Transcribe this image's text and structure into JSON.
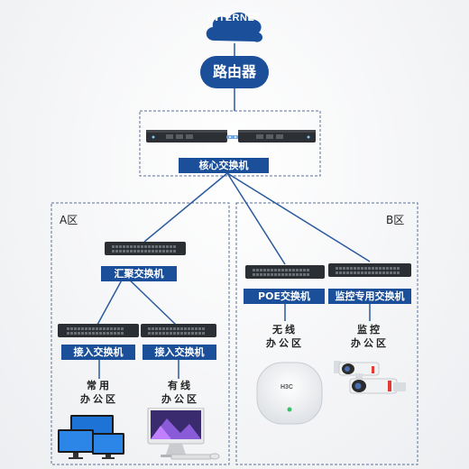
{
  "internet": {
    "label": "INTERNET"
  },
  "router": {
    "label": "路由器"
  },
  "core": {
    "label": "核心交换机"
  },
  "zone_a": {
    "title": "A区",
    "aggregation_label": "汇聚交换机",
    "access_left_label": "接入交换机",
    "access_right_label": "接入交换机",
    "office_left": [
      "常用",
      "办公区"
    ],
    "office_right": [
      "有线",
      "办公区"
    ]
  },
  "zone_b": {
    "title": "B区",
    "poe_label": "POE交换机",
    "monitor_label": "监控专用交换机",
    "office_wireless": [
      "无线",
      "办公区"
    ],
    "office_monitor": [
      "监控",
      "办公区"
    ],
    "ap_brand": "H3C"
  },
  "colors": {
    "accent": "#1b4f9a",
    "cloud": "#1b4f9a",
    "line": "#2a5a9e",
    "dashed_border": "#5a6f98"
  }
}
